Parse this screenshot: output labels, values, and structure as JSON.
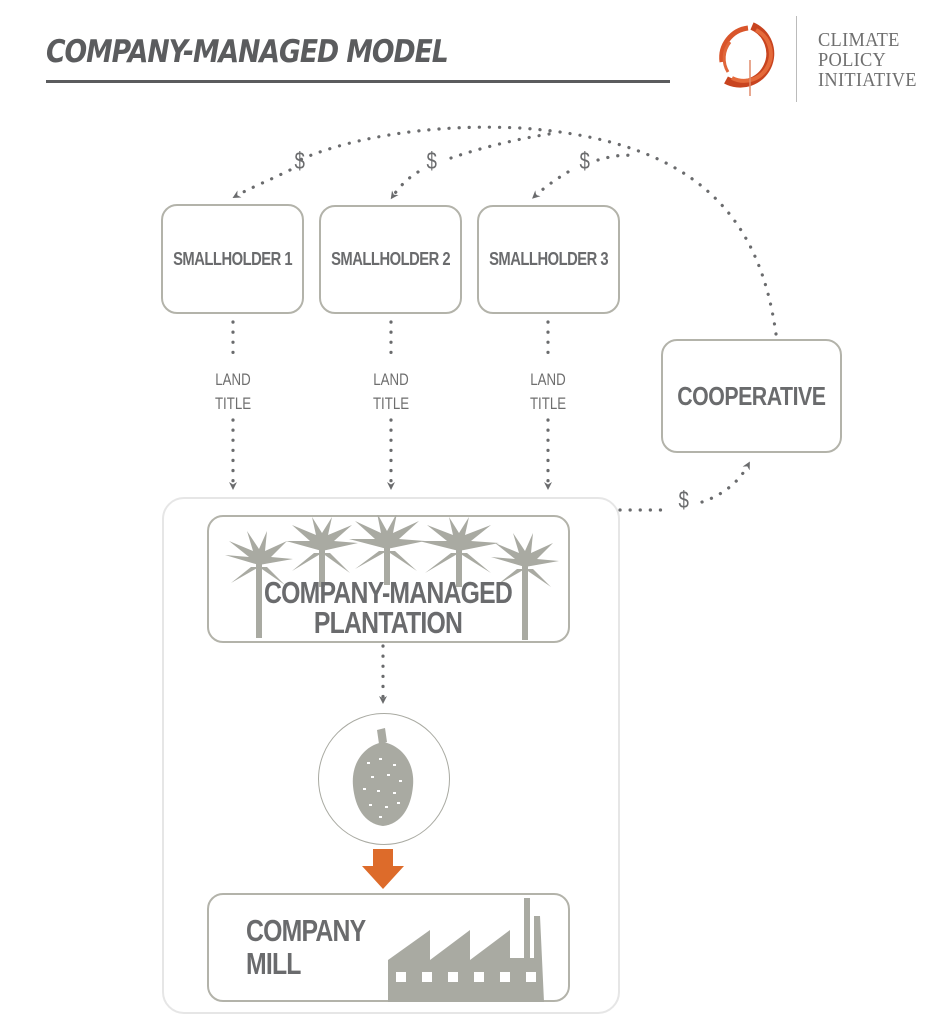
{
  "header": {
    "title": "COMPANY-MANAGED MODEL"
  },
  "logo": {
    "name": "climate-policy-initiative-logo",
    "lines": [
      "CLIMATE",
      "POLICY",
      "INITIATIVE"
    ],
    "accent_color": "#d9552b"
  },
  "nodes": {
    "smallholders": [
      {
        "label": "SMALLHOLDER 1"
      },
      {
        "label": "SMALLHOLDER 2"
      },
      {
        "label": "SMALLHOLDER 3"
      }
    ],
    "cooperative": {
      "label": "COOPERATIVE"
    },
    "plantation": {
      "line1": "COMPANY-MANAGED",
      "line2": "PLANTATION",
      "icon": "palm-trees-icon"
    },
    "fruit": {
      "icon": "palm-fruit-bunch-icon"
    },
    "mill": {
      "line1": "COMPANY",
      "line2": "MILL",
      "icon": "factory-icon"
    }
  },
  "edges": {
    "land_title": {
      "line1": "LAND",
      "line2": "TITLE"
    },
    "payment_symbol": "$",
    "flows": [
      {
        "from": "SMALLHOLDER 1",
        "to": "COMPANY-MANAGED PLANTATION",
        "label": "LAND TITLE",
        "style": "dotted"
      },
      {
        "from": "SMALLHOLDER 2",
        "to": "COMPANY-MANAGED PLANTATION",
        "label": "LAND TITLE",
        "style": "dotted"
      },
      {
        "from": "SMALLHOLDER 3",
        "to": "COMPANY-MANAGED PLANTATION",
        "label": "LAND TITLE",
        "style": "dotted"
      },
      {
        "from": "COMPANY-MANAGED PLANTATION",
        "to": "COOPERATIVE",
        "label": "$",
        "style": "dotted"
      },
      {
        "from": "COOPERATIVE",
        "to": "SMALLHOLDER 1",
        "label": "$",
        "style": "dotted"
      },
      {
        "from": "COOPERATIVE",
        "to": "SMALLHOLDER 2",
        "label": "$",
        "style": "dotted"
      },
      {
        "from": "COOPERATIVE",
        "to": "SMALLHOLDER 3",
        "label": "$",
        "style": "dotted"
      },
      {
        "from": "COMPANY-MANAGED PLANTATION",
        "to": "PALM FRUIT",
        "label": "",
        "style": "dotted"
      },
      {
        "from": "PALM FRUIT",
        "to": "COMPANY MILL",
        "label": "",
        "style": "solid-arrow"
      }
    ]
  },
  "colors": {
    "text": "#6a6b6d",
    "box_border": "#b3b3aa",
    "icon_fill": "#a9aaa2",
    "arrow_accent": "#dd6b2a",
    "outer_border": "#e6e6e6"
  }
}
